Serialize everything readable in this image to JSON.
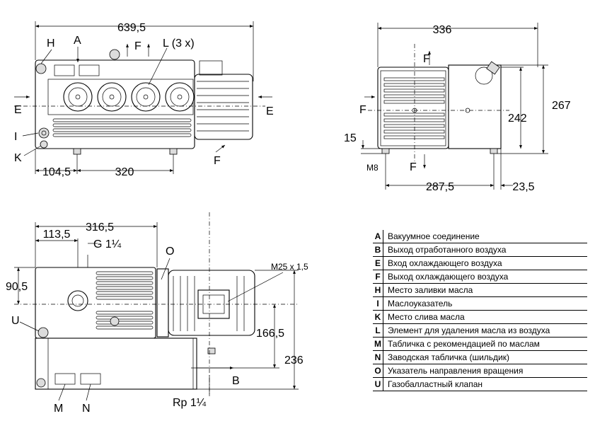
{
  "top_view": {
    "labels": {
      "H": "H",
      "A": "A",
      "F_top": "F",
      "L": "L (3 x)",
      "E_left": "E",
      "E_right": "E",
      "I": "I",
      "K": "K",
      "F_bottom": "F"
    },
    "dims": {
      "overall_length": "639,5",
      "foot_offset": "104,5",
      "foot_spacing": "320"
    }
  },
  "side_view": {
    "labels": {
      "F_top": "F",
      "F_left": "F",
      "F_bottom": "F",
      "M8": "M8"
    },
    "dims": {
      "width": "336",
      "height_total": "267",
      "height_body": "242",
      "foot_height": "15",
      "foot_spacing": "287,5",
      "foot_offset": "23,5"
    }
  },
  "front_view": {
    "labels": {
      "O": "O",
      "U": "U",
      "M": "M",
      "N": "N",
      "B": "B",
      "thread_g": "G 1¼",
      "thread_m25": "M25 x 1,5",
      "thread_rp": "Rp 1¼"
    },
    "dims": {
      "length": "316,5",
      "inlet_offset": "113,5",
      "inlet_height": "90,5",
      "outlet_height": "166,5",
      "total_height": "236"
    }
  },
  "legend": [
    {
      "key": "A",
      "text": "Вакуумное соединение"
    },
    {
      "key": "B",
      "text": "Выход отработанного воздуха"
    },
    {
      "key": "E",
      "text": "Вход охлаждающего воздуха"
    },
    {
      "key": "F",
      "text": "Выход охлаждающего воздуха"
    },
    {
      "key": "H",
      "text": "Место заливки масла"
    },
    {
      "key": "I",
      "text": "Маслоуказатель"
    },
    {
      "key": "K",
      "text": "Место слива масла"
    },
    {
      "key": "L",
      "text": "Элемент для удаления масла из воздуха"
    },
    {
      "key": "M",
      "text": "Табличка с рекомендацией по маслам"
    },
    {
      "key": "N",
      "text": "Заводская табличка (шильдик)"
    },
    {
      "key": "O",
      "text": "Указатель направления вращения"
    },
    {
      "key": "U",
      "text": "Газобалластный клапан"
    }
  ]
}
